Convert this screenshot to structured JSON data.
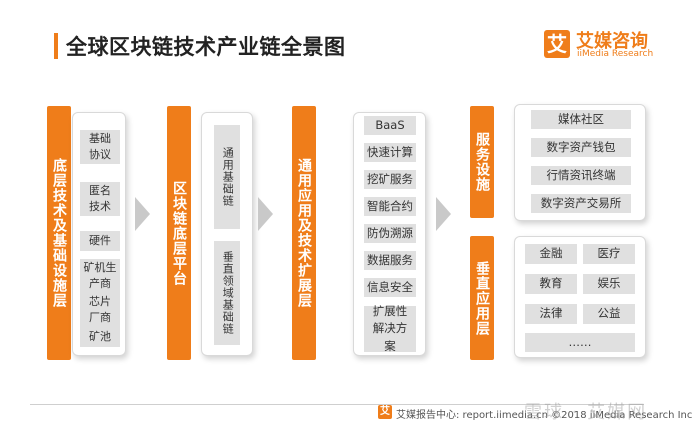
{
  "title": "全球区块链技术产业链全景图",
  "logo": {
    "mark": "艾",
    "name_cn": "艾媒咨询",
    "name_en": "iiMedia Research"
  },
  "layers": {
    "base": {
      "label": "底层技术及基础设施层",
      "items": [
        "基础协议",
        "匿名技术",
        "硬件",
        "矿机生产商",
        "芯片厂商",
        "矿池"
      ]
    },
    "platform": {
      "label": "区块链底层平台",
      "items": [
        "通用基础链",
        "垂直领域基础链"
      ]
    },
    "tech": {
      "label": "通用应用及技术扩展层",
      "items": [
        "BaaS",
        "快速计算",
        "挖矿服务",
        "智能合约",
        "防伪溯源",
        "数据服务",
        "信息安全",
        "扩展性解决方案"
      ]
    },
    "service": {
      "label": "服务设施",
      "items": [
        "媒体社区",
        "数字资产钱包",
        "行情资讯终端",
        "数字资产交易所"
      ]
    },
    "vertical": {
      "label": "垂直应用层",
      "items": [
        "金融",
        "医疗",
        "教育",
        "娱乐",
        "法律",
        "公益",
        "……"
      ]
    }
  },
  "footer": {
    "icon": "艾",
    "text": "艾媒报告中心: report.iimedia.cn ©2018 iiMedia Research Inc",
    "watermark": "雪球 · 艾媒网"
  },
  "colors": {
    "accent": "#ef7d1a",
    "cell": "#e0e0e0",
    "arrow": "#c9c9c9"
  }
}
